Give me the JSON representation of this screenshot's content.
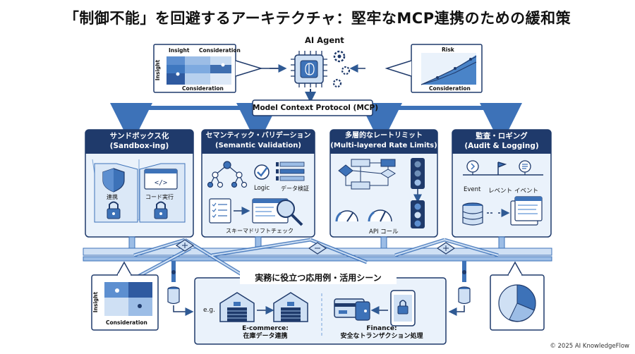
{
  "title": "「制御不能」を回避するアーキテクチャ：堅牢なMCP連携のための緩和策",
  "agent": {
    "label": "AI Agent"
  },
  "protocol": {
    "label": "Model Context Protocol (MCP)"
  },
  "chart_left": {
    "top_left": "Insight",
    "top_right": "Consideration",
    "side": "Insight",
    "bottom": "Consideration"
  },
  "chart_right": {
    "top": "Risk",
    "bottom": "Consideration"
  },
  "cards": [
    {
      "title": "サンドボックス化",
      "subtitle": "(Sandbox-ing)",
      "labels": [
        "連携",
        "コード実行"
      ]
    },
    {
      "title": "セマンティック・バリデーション",
      "subtitle": "(Semantic Validation)",
      "labels": [
        "Logic",
        "データ検証",
        "スキーマドリフトチェック"
      ]
    },
    {
      "title": "多層的なレートリミット",
      "subtitle": "(Multi-layered Rate Limits)",
      "labels": [
        "API コール"
      ]
    },
    {
      "title": "監査・ロギング",
      "subtitle": "(Audit & Logging)",
      "labels": [
        "Event",
        "レベント",
        "イベント"
      ]
    }
  ],
  "usecases": {
    "title": "実務に役立つ応用例・活用シーン",
    "eg": "e.g.",
    "ecommerce": {
      "line1": "E-commerce:",
      "line2": "在庫データ連携"
    },
    "finance": {
      "line1": "Finance:",
      "line2": "安全なトランザクション処理"
    }
  },
  "bottom_chart": {
    "side": "Insight",
    "bottom": "Consideration"
  },
  "copyright": "© 2025 AI KnowledgeFlow",
  "colors": {
    "dark": "#1f3a6b",
    "mid": "#3d72b8",
    "light": "#cfe0f4",
    "pale": "#eaf2fb",
    "line": "#2f5a94"
  }
}
